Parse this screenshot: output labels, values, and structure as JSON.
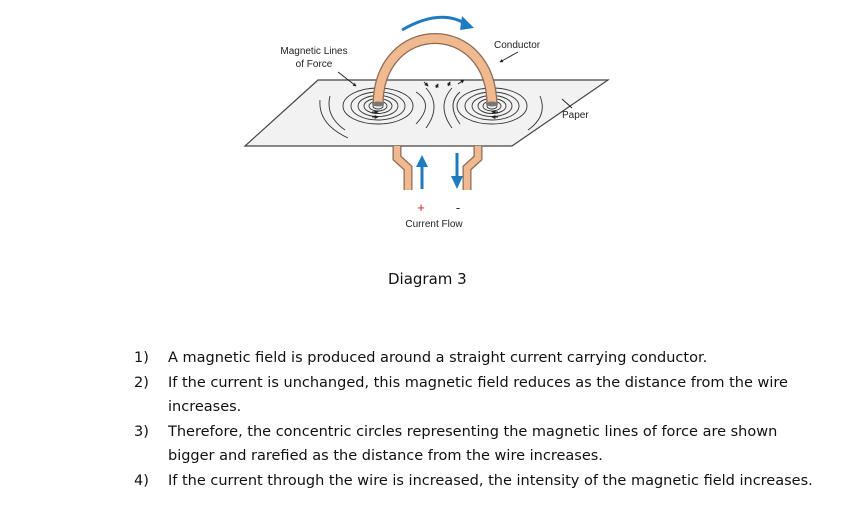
{
  "diagram": {
    "labels": {
      "magnetic_lines_1": "Magnetic Lines",
      "magnetic_lines_2": "of Force",
      "conductor": "Conductor",
      "paper": "Paper",
      "plus": "+",
      "minus": "-",
      "current_flow": "Current Flow"
    },
    "caption": "Diagram 3",
    "colors": {
      "conductor_fill": "#f0b98f",
      "conductor_stroke": "#8a6a55",
      "arrow_blue": "#1f7bc0",
      "plus_red": "#d11f1f",
      "paper_fill": "#f2f2f2"
    }
  },
  "notes": [
    {
      "num": "1)",
      "text": "A magnetic field is produced around a straight current carrying conductor."
    },
    {
      "num": "2)",
      "text": "If the current is unchanged, this magnetic field reduces as the distance from the wire increases."
    },
    {
      "num": "3)",
      "text": "Therefore, the concentric circles representing the magnetic lines of force are shown bigger and rarefied as the distance from the wire increases."
    },
    {
      "num": "4)",
      "text": "If the current through the wire is increased, the intensity of the magnetic field increases."
    }
  ]
}
